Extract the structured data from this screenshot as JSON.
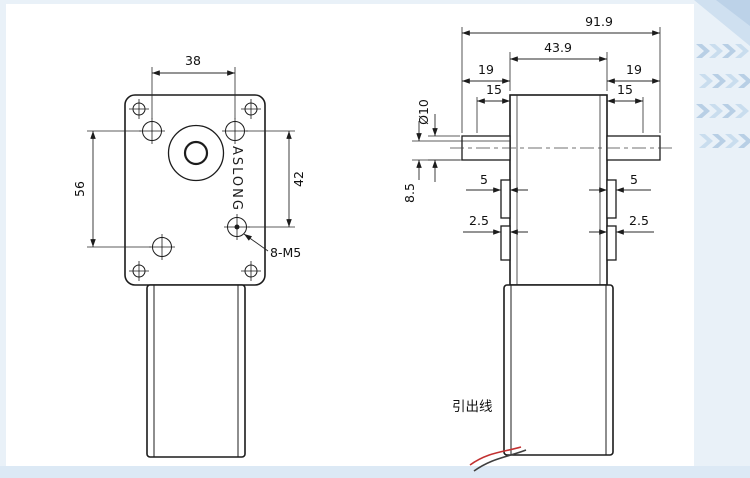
{
  "drawing": {
    "brand_vertical": "ASLONG",
    "front": {
      "dim_width_top": "38",
      "dim_height_left": "56",
      "dim_height_right": "42",
      "thread_label": "8-M5"
    },
    "side": {
      "dim_total_width": "91.9",
      "dim_body_width": "43.9",
      "dim_shaft_left": "19",
      "dim_shaft_right": "19",
      "dim_shaft_left_inner": "15",
      "dim_shaft_right_inner": "15",
      "dim_shaft_dia": "Ø10",
      "dim_shaft_flat": "8.5",
      "dim_tab_upper_left": "5",
      "dim_tab_upper_right": "5",
      "dim_tab_lower_left": "2.5",
      "dim_tab_lower_right": "2.5",
      "lead_wire_label": "引出线"
    },
    "colors": {
      "line": "#1c1c1c",
      "wire_red": "#c23131",
      "wire_black": "#3f3f3f",
      "accent_blue": "#bcd2e8",
      "sheet": "#ffffff",
      "page_tint": "#e9f1f8"
    }
  }
}
